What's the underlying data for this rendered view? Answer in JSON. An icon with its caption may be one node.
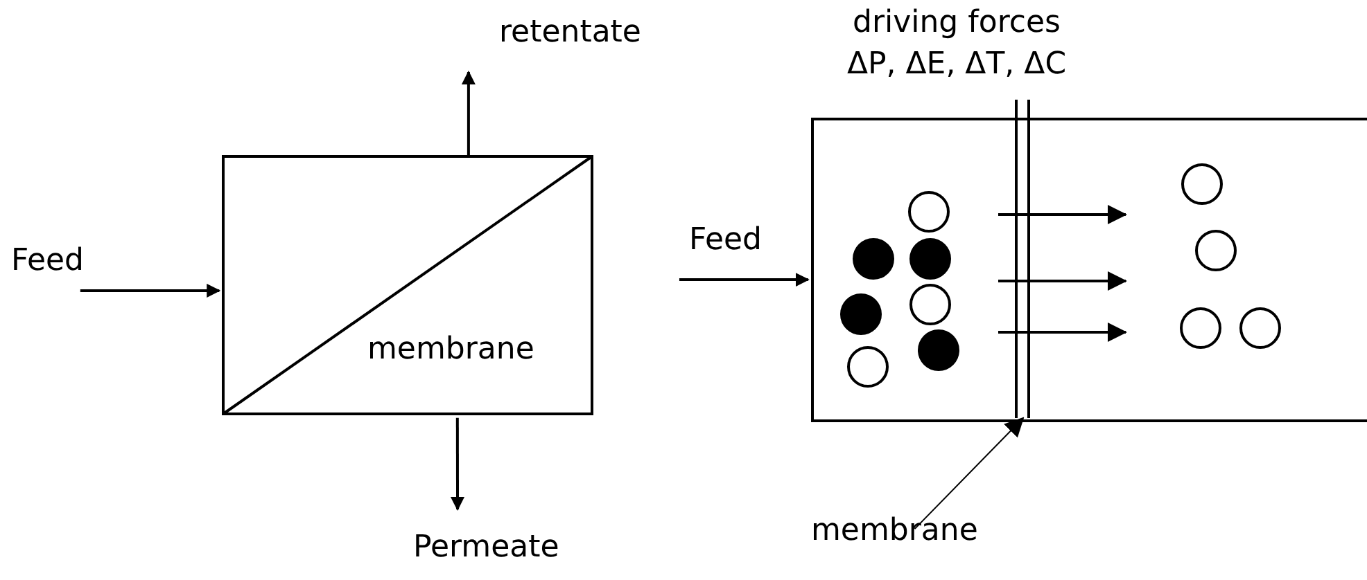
{
  "diagram": {
    "nodes": [
      {
        "text": [
          "Feed"
        ]
      },
      {
        "text": [
          "membrane"
        ]
      },
      {
        "text": [
          "retentate"
        ]
      },
      {
        "text": [
          "Permeate"
        ]
      },
      {
        "text": [
          "Feed"
        ]
      },
      {
        "text": [],
        "shape": "box"
      },
      {
        "text": [],
        "shape": "bar"
      },
      {
        "text": [
          "membrane"
        ]
      }
    ],
    "edges": [
      {
        "from": 0,
        "to": 1,
        "arrow": "to"
      },
      {
        "from": 1,
        "to": 2,
        "arrow": "to"
      },
      {
        "from": 1,
        "to": 3,
        "arrow": "to"
      },
      {
        "from": 4,
        "to": 5,
        "arrow": "to"
      },
      {
        "from": 7,
        "to": 6,
        "arrow": "to"
      }
    ],
    "labels": [
      "driving forces ΔP, ΔE, ΔT, ΔC"
    ]
  }
}
